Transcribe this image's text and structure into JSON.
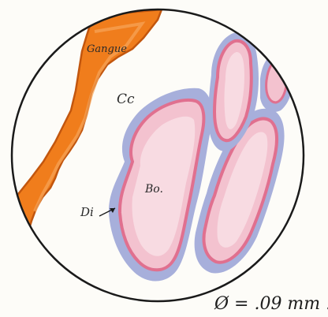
{
  "labels": {
    "gangue": "Gangue",
    "cc": "Cc",
    "bo": "Bo.",
    "di": "Di"
  },
  "scale": {
    "text": "Ø = .09 mm ."
  },
  "colors": {
    "background": "#fdfcf8",
    "circle_outline": "#1a1a1a",
    "gangue_fill": "#f07d1c",
    "gangue_edge": "#c2560e",
    "bornite_fill": "#f3c2cf",
    "bornite_rim": "#e0708f",
    "digenite_rim": "#9ea7d6"
  }
}
